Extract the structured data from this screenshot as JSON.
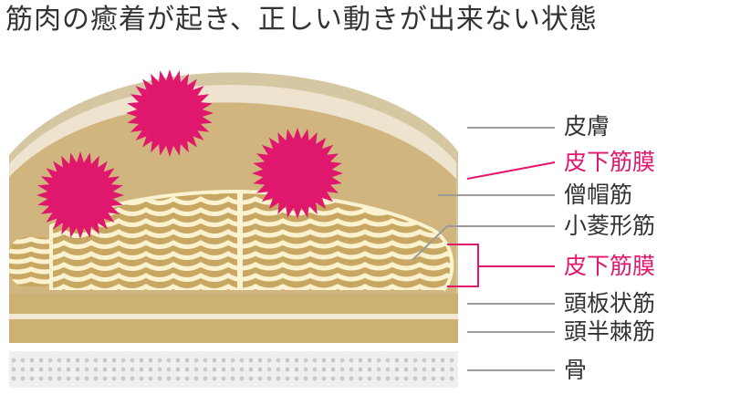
{
  "title": "筋肉の癒着が起き、正しい動きが出来ない状態",
  "colors": {
    "skin_outer": "#d6c7a3",
    "skin_band": "#ede3cf",
    "fat": "#d1b57f",
    "muscle": "#c8a763",
    "muscle_stripe": "#fbf3cf",
    "deep_layer": "#cdb073",
    "bone": "#efefef",
    "bone_dot": "#c9c9c9",
    "adhesion": "#e0186d",
    "leader_gray": "#9a9a9a",
    "text_dark": "#333333",
    "text_pink": "#e0186d"
  },
  "labels": [
    {
      "id": "skin",
      "text": "皮膚",
      "color": "dark"
    },
    {
      "id": "fascia-upper",
      "text": "皮下筋膜",
      "color": "pink"
    },
    {
      "id": "trapezius",
      "text": "僧帽筋",
      "color": "dark"
    },
    {
      "id": "rhomboid",
      "text": "小菱形筋",
      "color": "dark"
    },
    {
      "id": "fascia-lower",
      "text": "皮下筋膜",
      "color": "pink"
    },
    {
      "id": "splenius",
      "text": "頭板状筋",
      "color": "dark"
    },
    {
      "id": "semispinalis",
      "text": "頭半棘筋",
      "color": "dark"
    },
    {
      "id": "bone",
      "text": "骨",
      "color": "dark"
    }
  ]
}
